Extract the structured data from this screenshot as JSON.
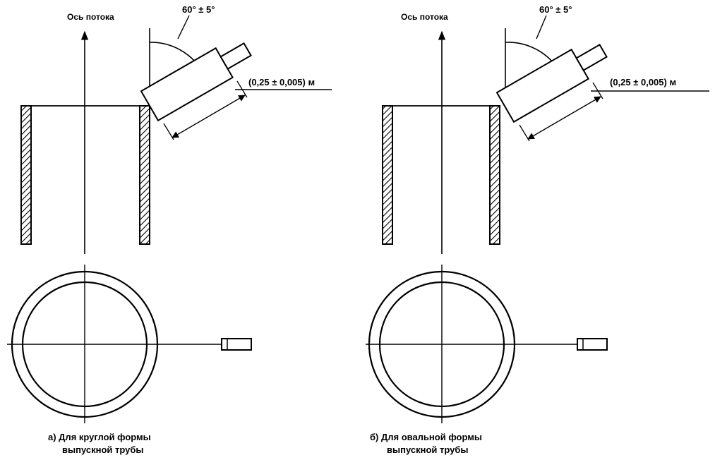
{
  "left": {
    "axis_label": "Ось потока",
    "angle_label": "60° ± 5°",
    "distance_label": "(0,25 ± 0,005) м",
    "caption_line1": "а) Для круглой формы",
    "caption_line2": "выпускной трубы"
  },
  "right": {
    "axis_label": "Ось потока",
    "angle_label": "60° ± 5°",
    "distance_label": "(0,25 ± 0,005) м",
    "caption_line1": "б) Для овальной формы",
    "caption_line2": "выпускной трубы"
  },
  "colors": {
    "line": "#000000",
    "background": "#ffffff"
  }
}
